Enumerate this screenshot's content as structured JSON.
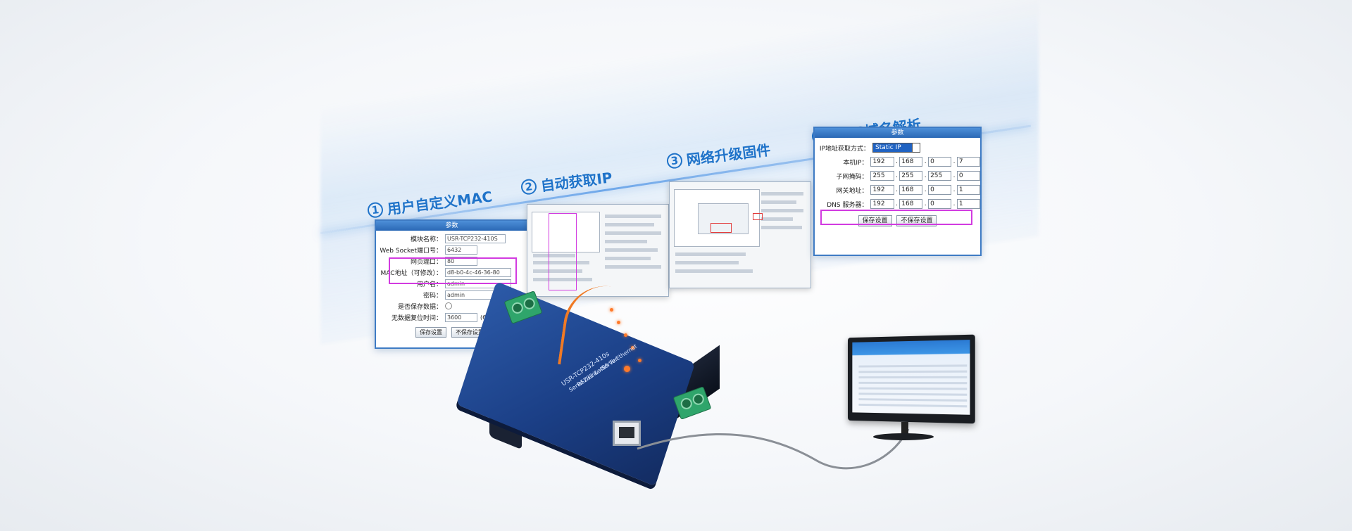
{
  "steps": [
    {
      "num": "1",
      "label": "用户自定义MAC"
    },
    {
      "num": "2",
      "label": "自动获取IP"
    },
    {
      "num": "3",
      "label": "网络升级固件"
    },
    {
      "num": "4",
      "label": "DNS域名解析"
    }
  ],
  "panel1": {
    "title": "参数",
    "rows": [
      {
        "label": "模块名称：",
        "value": "USR-TCP232-410S"
      },
      {
        "label": "Web Socket端口号：",
        "value": "6432"
      },
      {
        "label": "网页端口：",
        "value": "80"
      },
      {
        "label": "MAC地址（可修改）：",
        "value": "d8-b0-4c-46-36-80"
      },
      {
        "label": "用户名：",
        "value": "admin"
      },
      {
        "label": "密码：",
        "value": "admin"
      },
      {
        "label": "是否保存数据：",
        "value": ""
      },
      {
        "label": "无数据复位时间：",
        "value": "3600"
      }
    ],
    "range_hint": "(60~65535) s",
    "save_button": "保存设置",
    "nosave_button": "不保存设置"
  },
  "panel4": {
    "title": "参数",
    "ip_mode_label": "IP地址获取方式：",
    "ip_mode_value": "Static IP",
    "rows": [
      {
        "label": "本机IP：",
        "octets": [
          "192",
          "168",
          "0",
          "7"
        ]
      },
      {
        "label": "子网掩码：",
        "octets": [
          "255",
          "255",
          "255",
          "0"
        ]
      },
      {
        "label": "网关地址：",
        "octets": [
          "192",
          "168",
          "0",
          "1"
        ]
      },
      {
        "label": "DNS 服务器：",
        "octets": [
          "192",
          "168",
          "0",
          "1"
        ]
      }
    ],
    "save_button": "保存设置",
    "nosave_button": "不保存设置"
  },
  "device": {
    "model": "USR-TCP232-410s",
    "line1": "Serial Device Server",
    "line2": "RS232 & 485 To Ethernet"
  },
  "colors": {
    "accent": "#1f73c9",
    "highlight": "#d23be0",
    "device_blue": "#1b3f86",
    "device_orange": "#f07a25",
    "terminal_green": "#2fa56b"
  }
}
